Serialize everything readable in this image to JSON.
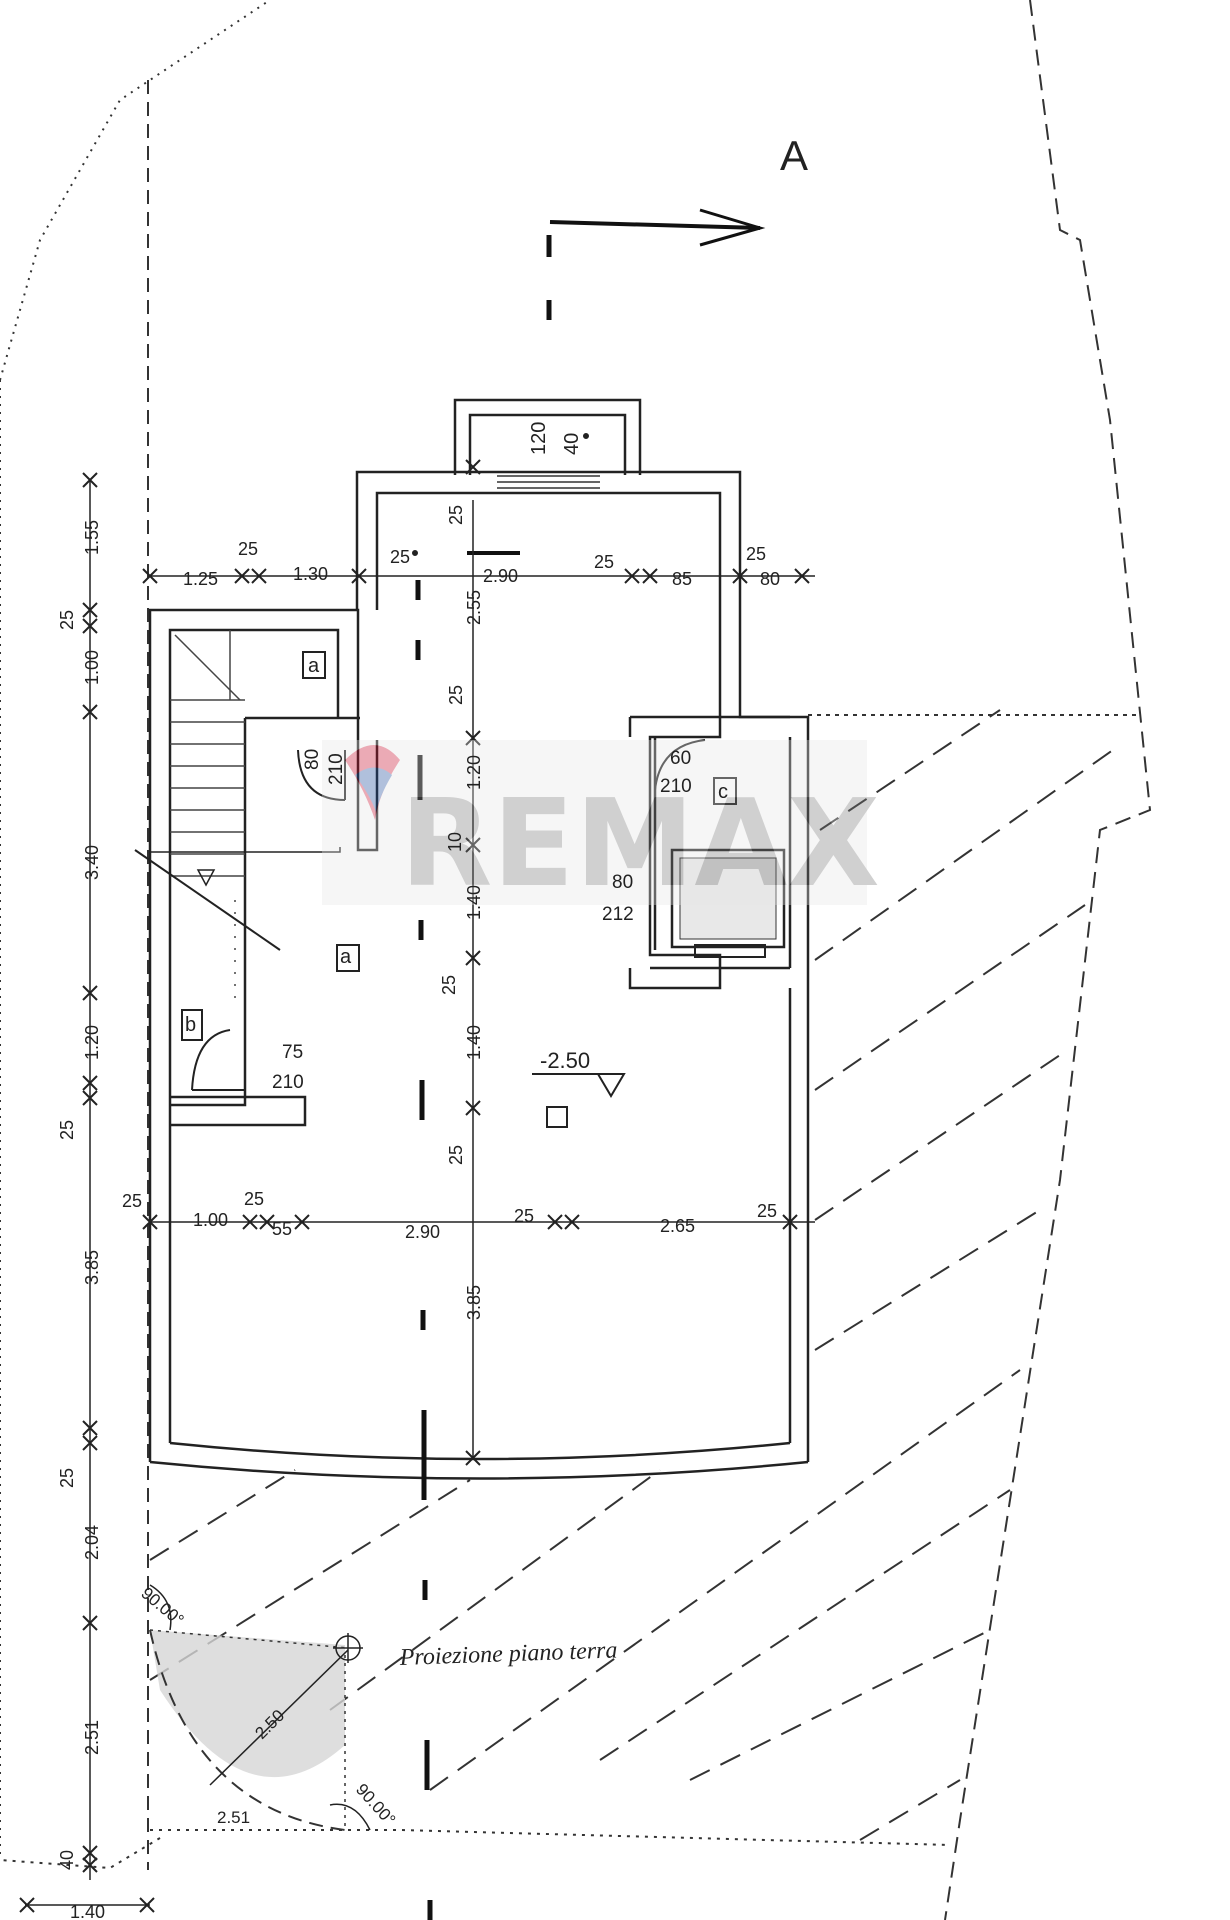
{
  "section_marker": "A",
  "room_labels": {
    "a1": "a",
    "a2": "a",
    "b": "b",
    "c": "c"
  },
  "level": "-2.50",
  "caption": "Proiezione piano terra",
  "watermark": {
    "re": "RE",
    "max": "MAX"
  },
  "top_window": {
    "h": "120",
    "w": "40"
  },
  "doors": {
    "d80": [
      "80",
      "210"
    ],
    "d60": [
      "60",
      "210"
    ],
    "d80b": [
      "80",
      "212"
    ],
    "d75": [
      "75",
      "210"
    ]
  },
  "top_dims": [
    "1.25",
    "25",
    "1.30",
    "25",
    "2.90",
    "25",
    "85",
    "25",
    "80"
  ],
  "mid_dims": [
    "25",
    "1.00",
    "25",
    "55",
    "2.90",
    "25",
    "2.65",
    "25"
  ],
  "left_dims": [
    "1.55",
    "25",
    "1.00",
    "3.40",
    "1.20",
    "25",
    "3.85",
    "25",
    "2.04",
    "2.51",
    "40",
    "1.40"
  ],
  "inner_dims": [
    "25",
    "2.55",
    "25",
    "1.20",
    "10",
    "1.40",
    "25",
    "1.40",
    "25",
    "3.85"
  ],
  "extras": {
    "angle1": "90.00°",
    "angle2": "90.00°",
    "radius": "2.50",
    "base": "2.51"
  }
}
